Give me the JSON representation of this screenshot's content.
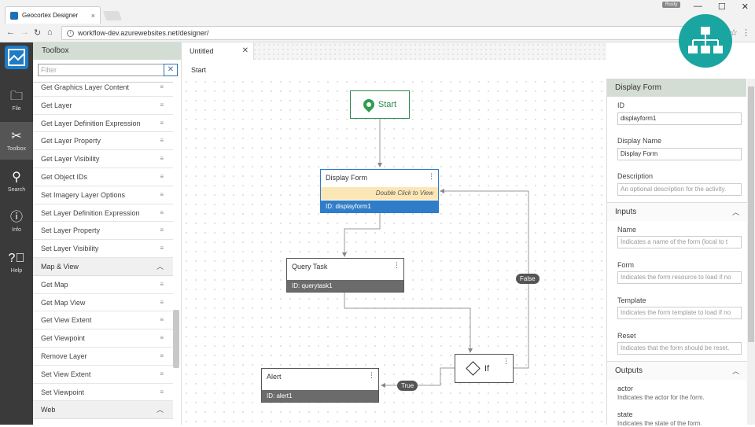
{
  "browser": {
    "tab_title": "Geocortex Designer",
    "tab_close": "×",
    "user_badge": "Rusty",
    "win_minimize": "—",
    "win_maximize": "☐",
    "win_close": "✕",
    "url": "workflow-dev.azurewebsites.net/designer/"
  },
  "nav": {
    "items": [
      {
        "label": "File",
        "icon": "folder-icon"
      },
      {
        "label": "Toolbox",
        "icon": "tools-icon"
      },
      {
        "label": "Search",
        "icon": "search-icon"
      },
      {
        "label": "Info",
        "icon": "info-icon"
      },
      {
        "label": "Help",
        "icon": "help-icon"
      }
    ]
  },
  "toolbox": {
    "title": "Toolbox",
    "filter_placeholder": "Filter",
    "items_a": [
      "Get Graphics Layer Content",
      "Get Layer",
      "Get Layer Definition Expression",
      "Get Layer Property",
      "Get Layer Visibility",
      "Get Object IDs",
      "Set Imagery Layer Options",
      "Set Layer Definition Expression",
      "Set Layer Property",
      "Set Layer Visibility"
    ],
    "category_map": "Map & View",
    "items_b": [
      "Get Map",
      "Get Map View",
      "Get View Extent",
      "Get Viewpoint",
      "Remove Layer",
      "Set View Extent",
      "Set Viewpoint"
    ],
    "category_web": "Web"
  },
  "designer": {
    "tab_label": "Untitled",
    "breadcrumb": "Start",
    "start_label": "Start",
    "display_form": {
      "title": "Display Form",
      "hint": "Double Click to View",
      "id": "ID: displayform1"
    },
    "query_task": {
      "title": "Query Task",
      "id": "ID: querytask1"
    },
    "if_label": "If",
    "alert": {
      "title": "Alert",
      "id": "ID: alert1"
    },
    "edge_false": "False",
    "edge_true": "True"
  },
  "properties": {
    "title": "Display Form",
    "id_label": "ID",
    "id_value": "displayform1",
    "display_name_label": "Display Name",
    "display_name_value": "Display Form",
    "description_label": "Description",
    "description_placeholder": "An optional description for the activity.",
    "inputs_section": "Inputs",
    "name_label": "Name",
    "name_placeholder": "Indicates a name of the form (local to t",
    "form_label": "Form",
    "form_placeholder": "Indicates the form resource to load if no",
    "template_label": "Template",
    "template_placeholder": "Indicates the form template to load if no",
    "reset_label": "Reset",
    "reset_placeholder": "Indicates that the form should be reset.",
    "outputs_section": "Outputs",
    "actor_label": "actor",
    "actor_desc": "Indicates the actor for the form.",
    "state_label": "state",
    "state_desc": "Indicates the state of the form."
  },
  "colors": {
    "accent": "#2f7cc8",
    "start_green": "#2e8b4e",
    "hint_yellow": "#fbe7b5",
    "badge_teal": "#1aa5a0"
  }
}
